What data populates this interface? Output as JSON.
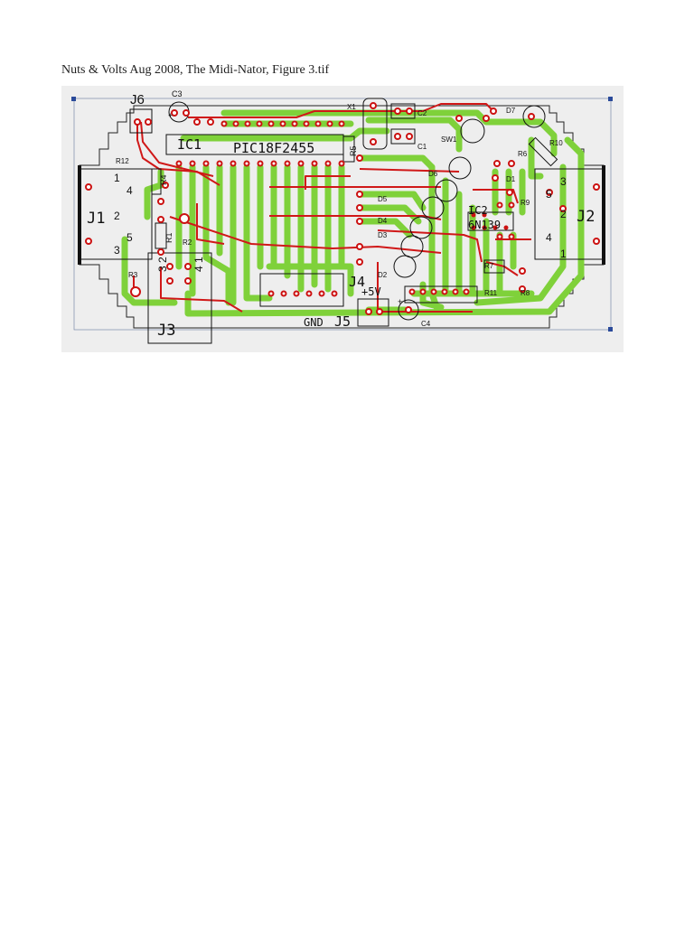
{
  "caption": "Nuts & Volts Aug 2008, The Midi-Nator, Figure 3.tif",
  "labels": {
    "J6": "J6",
    "C3": "C3",
    "X1": "X1",
    "C2": "C2",
    "C1": "C1",
    "D7": "D7",
    "SW1": "SW1",
    "R10": "R10",
    "R12": "R12",
    "R4": "R4",
    "IC1": "IC1",
    "PIC": "PIC18F2455",
    "R5": "R5",
    "D6": "D6",
    "R6": "R6",
    "D1": "D1",
    "J1": "J1",
    "J2": "J2",
    "D5": "D5",
    "R9": "R9",
    "D4": "D4",
    "D3": "D3",
    "IC2": "IC2",
    "IC2_part": "6N139",
    "R1": "R1",
    "R2": "R2",
    "R7": "R7",
    "D2": "D2",
    "R3": "R3",
    "J4": "J4",
    "R11": "R11",
    "R8": "R8",
    "plus5v": "+5V",
    "GND": "GND",
    "J5": "J5",
    "C4": "C4",
    "J3": "J3",
    "j1_pin1": "1",
    "j1_pin4": "4",
    "j1_pin2": "2",
    "j1_pin5": "5",
    "j1_pin3": "3",
    "j2_pin3": "3",
    "j2_pin5": "5",
    "j2_pin2": "2",
    "j2_pin4": "4",
    "j2_pin1": "1",
    "j3_pins_a": "3 2",
    "j3_pins_b": "4 1",
    "plus_c3": "+",
    "plus_c4": "+"
  },
  "colors": {
    "trace_green": "#7fd13a",
    "trace_red": "#d01818",
    "pad_red": "#cc1111",
    "background": "#eeeeee",
    "outline": "#222222"
  }
}
